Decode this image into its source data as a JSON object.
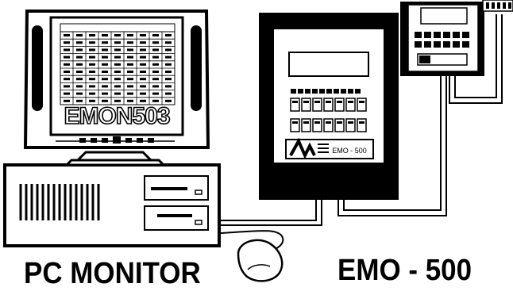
{
  "labels": {
    "pc_caption": "PC MONITOR",
    "emo_caption": "EMO - 500",
    "screen_text": "EMON503",
    "device_model": "EMO - 500"
  },
  "colors": {
    "ink": "#000000",
    "paper": "#ffffff"
  }
}
